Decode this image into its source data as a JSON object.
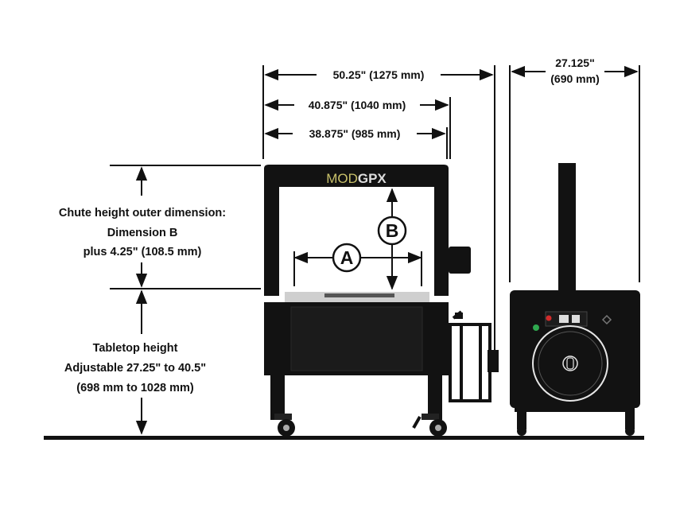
{
  "dimensions": {
    "overall_width": "50.25\" (1275 mm)",
    "width_mid": "40.875\" (1040 mm)",
    "width_inner": "38.875\" (985 mm)",
    "depth_line1": "27.125\"",
    "depth_line2": "(690 mm)"
  },
  "brand": {
    "prefix": "MOD",
    "suffix": "GPX"
  },
  "markers": {
    "a": "A",
    "b": "B"
  },
  "chute_label": {
    "line1": "Chute height outer dimension:",
    "line2": "Dimension B",
    "line3": "plus 4.25\" (108.5 mm)"
  },
  "tabletop_label": {
    "line1": "Tabletop height",
    "line2": "Adjustable 27.25\" to 40.5\"",
    "line3": "(698 mm to 1028 mm)"
  },
  "colors": {
    "machine": "#121212",
    "brand_prefix": "#c8c06a",
    "brand_suffix": "#dddddd",
    "table_top": "#cfcfcf",
    "indicator_red": "#d22b2b",
    "indicator_green": "#2fa84f"
  }
}
